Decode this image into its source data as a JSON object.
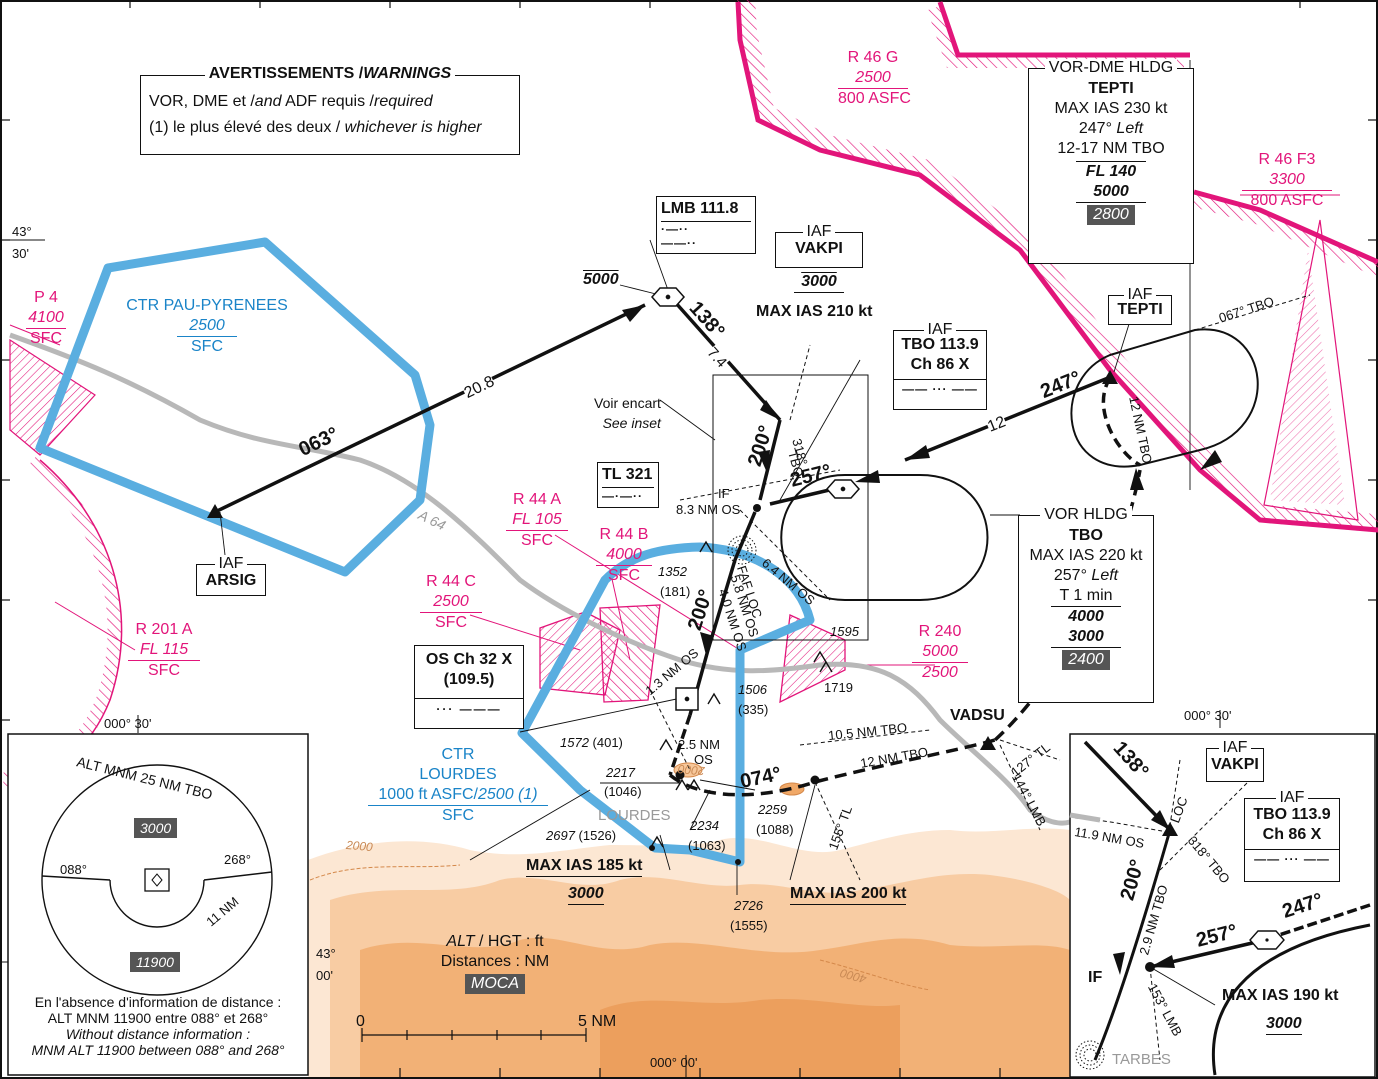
{
  "warnings": {
    "title": "AVERTISSEMENTS /",
    "title_en": "WARNINGS",
    "line1_fr": "VOR, DME et /",
    "line1_and": "and",
    "line1_mid": " ADF requis /",
    "line1_req": "required",
    "line2_fr": "(1) le plus élevé des deux / ",
    "line2_en": "whichever is higher"
  },
  "airspaces": {
    "r46g": {
      "name": "R 46 G",
      "upper": "2500",
      "lower": "800 ASFC"
    },
    "r46f3": {
      "name": "R 46 F3",
      "upper": "3300",
      "lower": "800 ASFC"
    },
    "p4": {
      "name": "P 4",
      "upper": "4100",
      "lower": "SFC"
    },
    "r44a": {
      "name": "R 44 A",
      "upper": "FL 105",
      "lower": "SFC"
    },
    "r44b": {
      "name": "R 44 B",
      "upper": "4000",
      "lower": "SFC"
    },
    "r44c": {
      "name": "R 44 C",
      "upper": "2500",
      "lower": "SFC"
    },
    "r201a": {
      "name": "R 201 A",
      "upper": "FL 115",
      "lower": "SFC"
    },
    "r240": {
      "name": "R 240",
      "upper": "5000",
      "lower": "2500"
    },
    "ctr_pau": {
      "name": "CTR PAU-PYRENEES",
      "upper": "2500",
      "lower": "SFC"
    },
    "ctr_lourdes": {
      "name1": "CTR",
      "name2": "LOURDES",
      "upper_a": "1000 ft ASFC/",
      "upper_b": "2500 (1)",
      "lower": "SFC"
    }
  },
  "holdings": {
    "tepti": {
      "title": "VOR-DME HLDG",
      "fix": "TEPTI",
      "ias": "MAX IAS 230 kt",
      "course": "247° ",
      "turn": "Left",
      "leg": "12-17 NM TBO",
      "upper": "FL 140",
      "lower": "5000",
      "moca": "2800"
    },
    "tbo": {
      "title": "VOR HLDG",
      "fix": "TBO",
      "ias": "MAX IAS 220 kt",
      "course": "257° ",
      "turn": "Left",
      "leg": "T 1 min",
      "upper": "4000",
      "lower": "3000",
      "moca": "2400"
    }
  },
  "navaids": {
    "lmb": {
      "name": "LMB 111.8",
      "alt": "5000"
    },
    "tl": {
      "name": "TL 321"
    },
    "os": {
      "line1": "OS Ch 32 X",
      "line2": "(109.5)"
    },
    "tbo": {
      "iaf": "IAF",
      "line1": "TBO 113.9",
      "line2": "Ch 86 X"
    }
  },
  "fixes": {
    "vakpi": {
      "iaf": "IAF",
      "name": "VAKPI",
      "alt": "3000",
      "ias": "MAX IAS 210 kt"
    },
    "tepti": {
      "iaf": "IAF",
      "name": "TEPTI"
    },
    "arsig": {
      "iaf": "IAF",
      "name": "ARSIG"
    },
    "vadsu": {
      "name": "VADSU"
    }
  },
  "route_labels": {
    "c063": "063°",
    "d208": "20.8",
    "c138": "138°",
    "d74": "7.4",
    "c200": "200°",
    "r318": "318°",
    "tbo": "TBO",
    "c257": "257°",
    "c247": "247°",
    "d12": "12",
    "r067": "067° TBO",
    "nm12": "12 NM TBO",
    "if": "IF",
    "nm83": "8.3 NM OS",
    "faf": "FAF LOC",
    "nm58": "5.8 NM OS",
    "nm40": "4.0 NM OS",
    "nm64": "6.4 NM OS",
    "nm13": "1.3 NM OS",
    "nm25": "2.5 NM",
    "os": "OS",
    "c074": "074°",
    "nm105": "10.5 NM TBO",
    "nm12b": "12 NM TBO",
    "r127": "127° TL",
    "r144": "144° LMB",
    "r155": "155° TL",
    "a64": "A 64",
    "see_fr": "Voir encart",
    "see_en": "See inset",
    "ias185": "MAX IAS 185 kt",
    "alt185": "3000",
    "ias200": "MAX IAS 200 kt",
    "lourdes": "LOURDES"
  },
  "spot_heights": {
    "h1352": "1352",
    "h181": "(181)",
    "h1506": "1506",
    "h335": "(335)",
    "h1572": "1572",
    "h401": " (401)",
    "h2217": "2217",
    "h1046": "(1046)",
    "h2234": "2234",
    "h1063": "(1063)",
    "h2259": "2259",
    "h1088": "(1088)",
    "h2697": "2697",
    "h1526": " (1526)",
    "h2726": "2726",
    "h1555": "(1555)",
    "h1595": "1595",
    "h1719": "1719",
    "c2000": "2000",
    "c2000b": "2000",
    "c4000": "4000"
  },
  "coords": {
    "lat4330": "43°",
    "lat4330b": "30'",
    "lat4300": "43°",
    "lat4300b": "00'",
    "lon030": "000° 30'",
    "lon000": "000° 00'",
    "lon030b": "000° 30'"
  },
  "msa": {
    "title": "ALT MNM 25 NM TBO",
    "north_alt": "3000",
    "south_alt": "11900",
    "brg1": "088°",
    "brg2": "268°",
    "radius": "11 NM",
    "note1": "En l'absence d'information de distance :",
    "note2": "ALT MNM 11900 entre 088° et 268°",
    "note3": "Without distance information :",
    "note4": "MNM ALT 11900 between 088° and 268°"
  },
  "legend": {
    "alt": "ALT",
    "alt2": " / HGT : ft",
    "dist": "Distances : NM",
    "moca": "MOCA",
    "scale0": "0",
    "scale5": "5 NM"
  },
  "inset": {
    "c138": "138°",
    "iaf": "IAF",
    "vakpi": "VAKPI",
    "loc": "LOC",
    "nm119": "11.9 NM OS",
    "r318": "318° TBO",
    "c200": "200°",
    "nm29": "2.9 NM TBO",
    "tbo_iaf": "IAF",
    "tbo1": "TBO 113.9",
    "tbo2": "Ch 86 X",
    "c257": "257°",
    "c247": "247°",
    "if": "IF",
    "r153": "153° LMB",
    "ias": "MAX IAS 190 kt",
    "alt": "3000",
    "tarbes": "TARBES"
  },
  "colors": {
    "magenta": "#e2157a",
    "blue": "#1a84c8",
    "terrain1": "#fce7d3",
    "terrain2": "#f7c79a",
    "terrain3": "#f0a867"
  }
}
